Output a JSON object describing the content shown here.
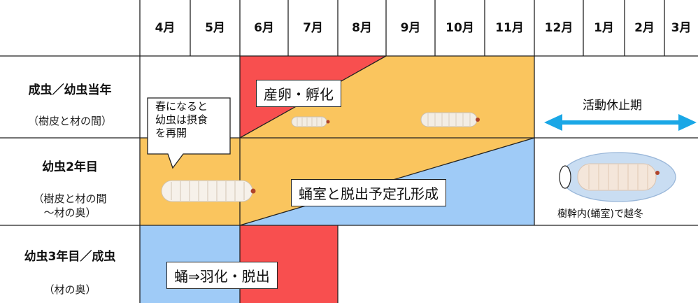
{
  "months": [
    "4月",
    "5月",
    "6月",
    "7月",
    "8月",
    "9月",
    "10月",
    "11月",
    "12月",
    "1月",
    "2月",
    "3月"
  ],
  "rows": [
    {
      "title": "成虫／幼虫当年",
      "subtitle": "（樹皮と材の間）"
    },
    {
      "title": "幼虫2年目",
      "subtitle_line1": "（樹皮と材の間",
      "subtitle_line2": "～材の奥）"
    },
    {
      "title": "幼虫3年目／成虫",
      "subtitle": "（材の奥）"
    }
  ],
  "labels": {
    "oviposition": "産卵・孵化",
    "dormancy": "活動休止期",
    "callout_line1": "春になると",
    "callout_line2": "幼虫は摂食",
    "callout_line3": "を再開",
    "pupal_chamber": "蛹室と脱出予定孔形成",
    "overwinter": "樹幹内(蛹室)で越冬",
    "pupation": "蛹⇒羽化・脱出"
  },
  "colors": {
    "feeding": "#FAC55E",
    "oviposition": "#F84F4F",
    "pupal": "#9FCBF7",
    "arrow": "#1AA7E6",
    "larva": "#F3EDE4",
    "pupa_ellipse": "#C9DDF2"
  }
}
